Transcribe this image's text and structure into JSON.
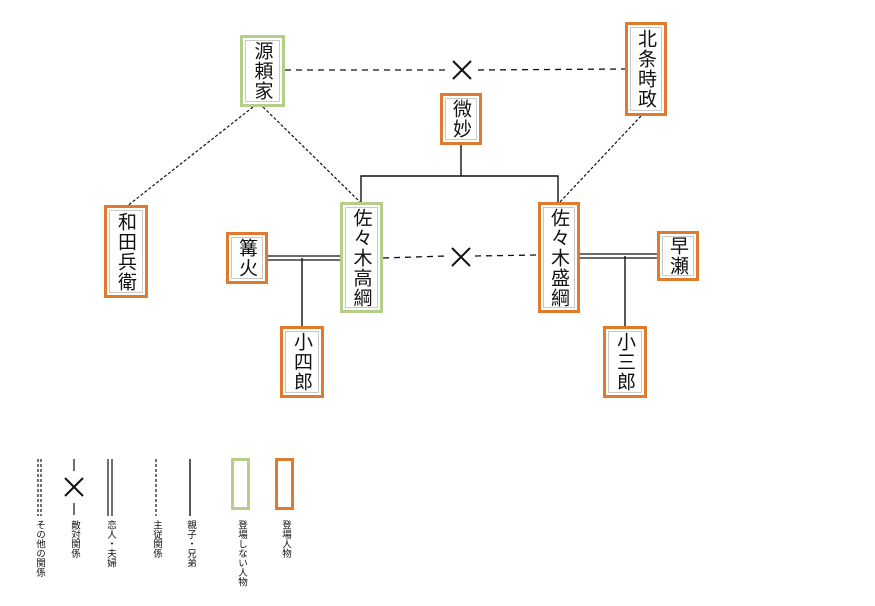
{
  "nodes": {
    "minamoto": "源頼家",
    "hojo": "北条時政",
    "bimyo": "微妙",
    "wada": "和田兵衛",
    "takatsuna": "佐々木高綱",
    "moritsuna": "佐々木盛綱",
    "kagaribi": "篝火",
    "hayase": "早瀬",
    "koshiro": "小四郎",
    "kosaburo": "小三郎"
  },
  "legend": {
    "other": "その他の関係",
    "enemy": "敵対関係",
    "lovers": "恋人・夫婦",
    "master": "主従関係",
    "family": "親子・兄弟",
    "absent": "登場しない人物",
    "present": "登場人物"
  },
  "colors": {
    "present_border": "#e07b2e",
    "absent_border": "#b5cf8a",
    "line": "#111111"
  }
}
